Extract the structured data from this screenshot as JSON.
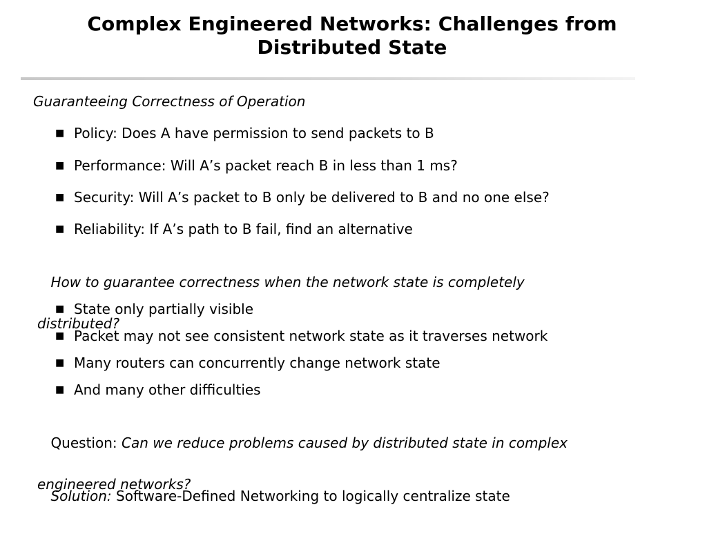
{
  "slide": {
    "title_line1": "Complex Engineered Networks: Challenges from",
    "title_line2": "Distributed State",
    "section1": {
      "heading": "Guaranteeing Correctness of Operation",
      "bullets": [
        "Policy: Does A have permission to send packets to B",
        "Performance: Will A’s packet reach B in less than 1 ms?",
        "Security: Will A’s packet to B only be delivered to B and no one else?",
        "Reliability: If A’s path to B fail, find an alternative"
      ]
    },
    "section2": {
      "heading_line1": "How to guarantee correctness when the network state is completely",
      "heading_line2": "distributed?",
      "bullets": [
        "State only partially visible",
        "Packet may not see consistent network state as it traverses network",
        "Many routers can concurrently change network state",
        "And many other difficulties"
      ]
    },
    "question": {
      "label": "Question: ",
      "text_line1": "Can we reduce problems caused by distributed state in complex",
      "text_line2": "engineered networks?"
    },
    "solution": {
      "label": "Solution:",
      "text": " Software-Defined Networking to logically centralize state"
    },
    "bullet_glyph": "■"
  }
}
